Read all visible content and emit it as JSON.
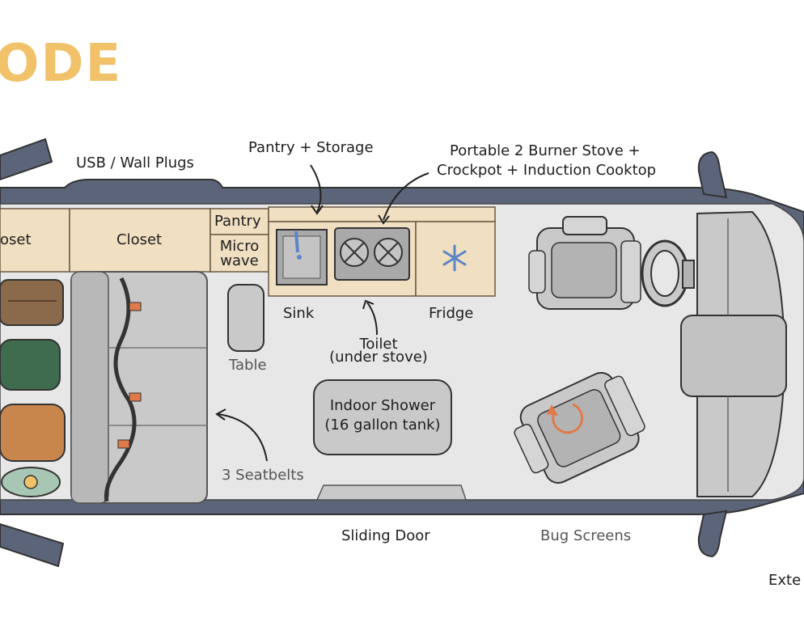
{
  "title": "ODE",
  "labels": {
    "usb_plugs": "USB / Wall Plugs",
    "pantry_storage": "Pantry + Storage",
    "stove_line1": "Portable 2 Burner Stove +",
    "stove_line2": "Crockpot + Induction Cooktop",
    "closet_left": "oset",
    "closet": "Closet",
    "pantry": "Pantry",
    "micro_line1": "Micro",
    "micro_line2": "wave",
    "sink": "Sink",
    "fridge": "Fridge",
    "toilet_line1": "Toilet",
    "toilet_line2": "(under stove)",
    "table": "Table",
    "shower_line1": "Indoor Shower",
    "shower_line2": "(16 gallon tank)",
    "seatbelts": "3 Seatbelts",
    "sliding_door": "Sliding Door",
    "bug_screens": "Bug Screens",
    "exterior": "Exte"
  },
  "colors": {
    "van_outline": "#5b6478",
    "floor": "#e7e7e7",
    "cabinet": "#f0dfc1",
    "seat": "#c9c9c9",
    "title": "#f2c26b",
    "fridge_icon": "#5b85c8",
    "swivel_arrow": "#e07a4a"
  }
}
